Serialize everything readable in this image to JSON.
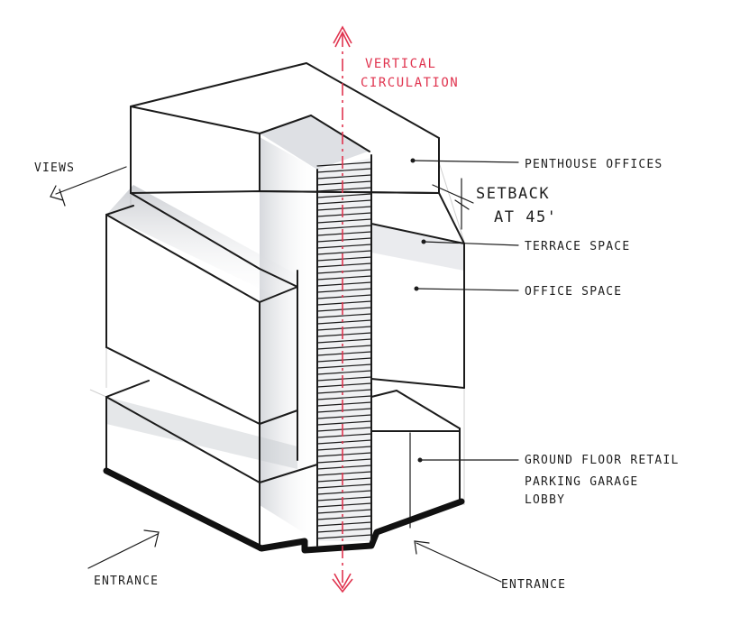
{
  "colors": {
    "ink": "#1b1b1b",
    "circulation_red": "#e0344f",
    "shadow_grey": "#a9adb5",
    "paper": "#ffffff"
  },
  "labels": {
    "vertical_circulation_line1": "VERTICAL",
    "vertical_circulation_line2": "CIRCULATION",
    "views": "VIEWS",
    "penthouse_offices": "PENTHOUSE OFFICES",
    "setback_line1": "SETBACK",
    "setback_line2": "AT 45'",
    "terrace_space": "TERRACE SPACE",
    "office_space": "OFFICE SPACE",
    "ground_floor_line1": "GROUND FLOOR RETAIL",
    "ground_floor_line2": "PARKING GARAGE",
    "ground_floor_line3": "LOBBY",
    "entrance_left": "ENTRANCE",
    "entrance_right": "ENTRANCE"
  }
}
